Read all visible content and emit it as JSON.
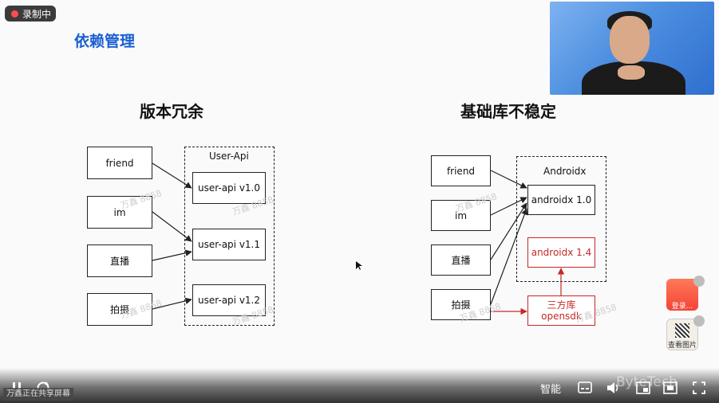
{
  "recording": {
    "label": "录制中"
  },
  "slide": {
    "title": "依赖管理",
    "left": {
      "heading": "版本冗余",
      "group_label": "User-Api",
      "sources": [
        "friend",
        "im",
        "直播",
        "拍摄"
      ],
      "targets": [
        "user-api v1.0",
        "user-api v1.1",
        "user-api v1.2"
      ]
    },
    "right": {
      "heading": "基础库不稳定",
      "group_label": "Androidx",
      "sources": [
        "friend",
        "im",
        "直播",
        "拍摄"
      ],
      "target_stable": "androidx 1.0",
      "target_unstable": "androidx 1.4",
      "third_party": "三方库\nopensdk"
    },
    "watermark": "万鑫 8858"
  },
  "side_panel": {
    "gift_label": "登录...",
    "qr_label": "查看图片"
  },
  "controls": {
    "pause_icon": "pause-icon",
    "refresh_icon": "refresh-icon",
    "smart_label": "智能",
    "share_status": "万鑫正在共享屏幕",
    "brand": "ByteTech"
  },
  "colors": {
    "title_blue": "#1a5fd0",
    "highlight_red": "#c62828",
    "record_red": "#ff4d4f"
  }
}
